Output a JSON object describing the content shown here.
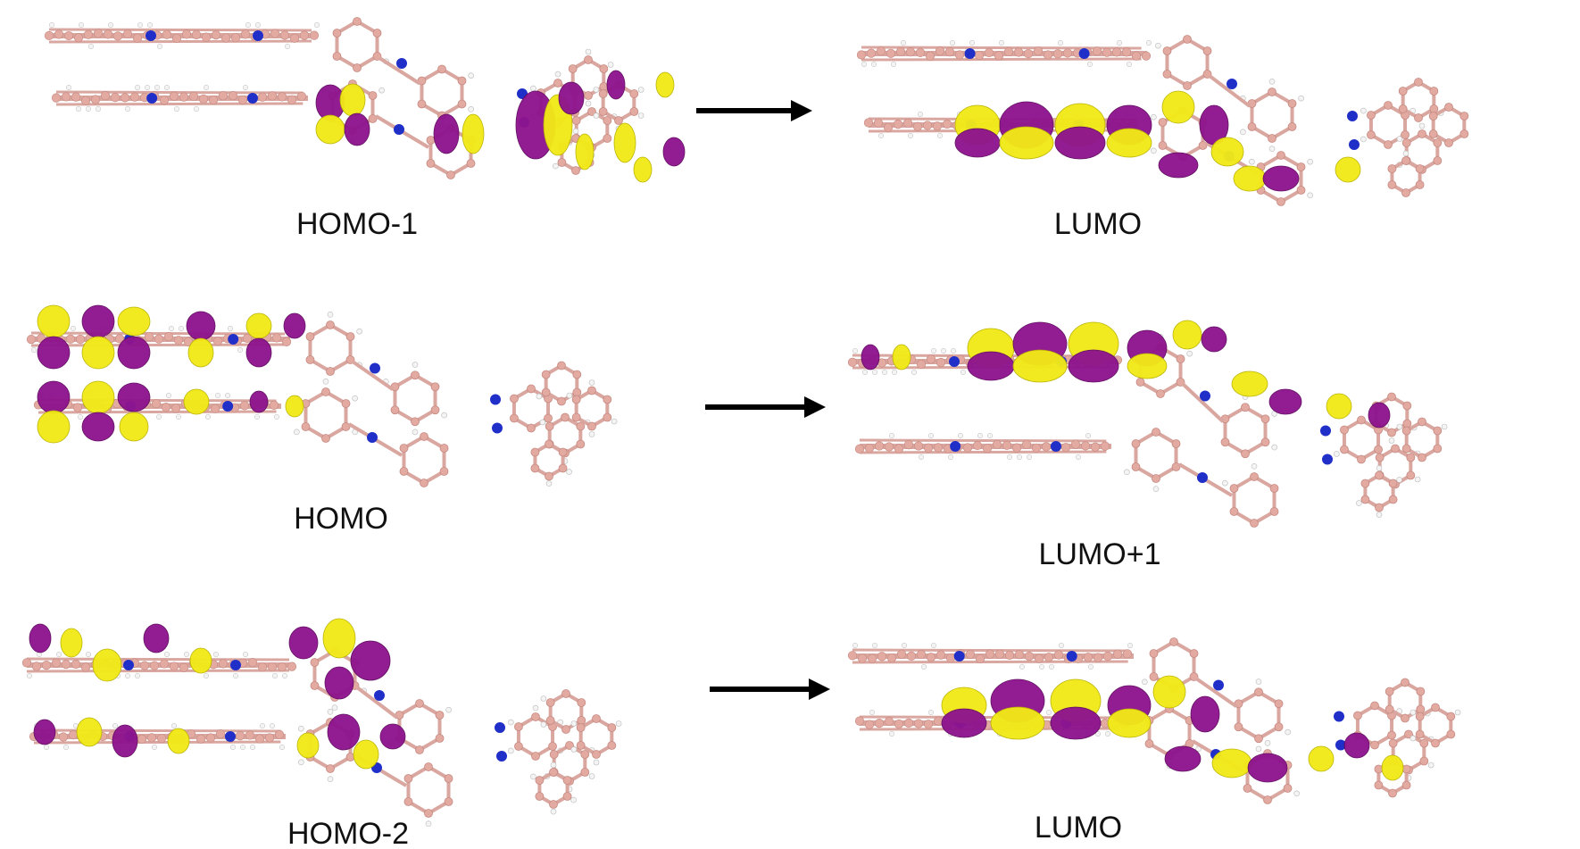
{
  "figure": {
    "transitions": [
      {
        "from_label": "HOMO-1",
        "to_label": "LUMO"
      },
      {
        "from_label": "HOMO",
        "to_label": "LUMO+1"
      },
      {
        "from_label": "HOMO-2",
        "to_label": "LUMO"
      }
    ]
  },
  "colors": {
    "background": "#ffffff",
    "bond": "#d9a7a0",
    "carbon_atom": "#e3aaa2",
    "nitrogen_atom": "#1f2fc8",
    "hydrogen_atom": "#f4f4f4",
    "lobe_positive": "#f2ea18",
    "lobe_negative": "#8e148e",
    "arrow": "#000000",
    "label_text": "#111111"
  },
  "icons": {
    "arrow": "right-arrow-icon"
  }
}
